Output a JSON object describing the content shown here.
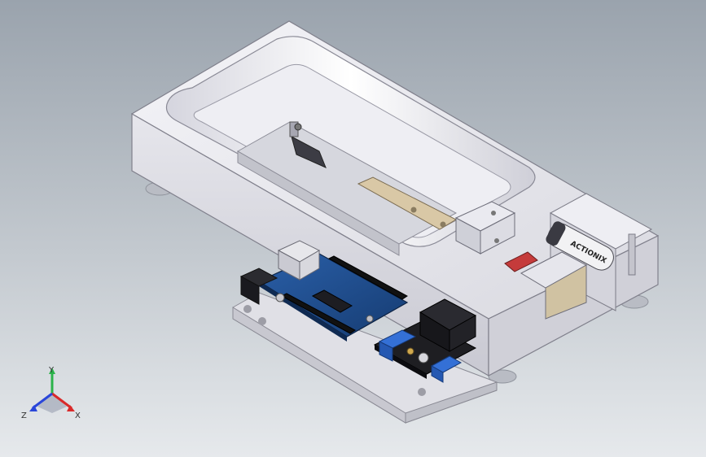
{
  "background": {
    "top_color": "#9aa3ad",
    "bottom_color": "#e6e9ec"
  },
  "model": {
    "enclosure_color": "#e4e4ea",
    "arduino_board_color": "#1f4d8f",
    "driver_board_color": "#1b1b1b",
    "terminal_color": "#2f63c9",
    "battery_label": "ACTIONIX"
  },
  "triad": {
    "y_label": "Y",
    "x_label": "X",
    "z_label": "Z",
    "y_color": "#2bb34a",
    "x_color": "#d92a2a",
    "z_color": "#2a46d9"
  }
}
